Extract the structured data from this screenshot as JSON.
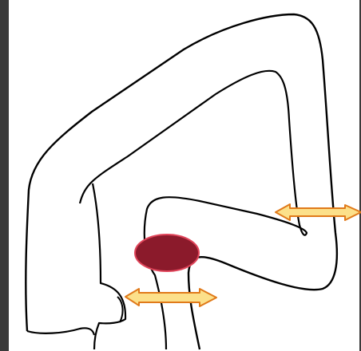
{
  "diagram": {
    "colors": {
      "background": "#ffffff",
      "frame": "#3a3a3a",
      "outline": "#000000",
      "marker_fill": "#8b1a2b",
      "marker_stroke": "#e0455a",
      "arrow_fill": "#fce08a",
      "arrow_stroke": "#e07a1a"
    },
    "elements": {
      "tube_outline": "tube-outline",
      "occlusion_marker": "occlusion-marker",
      "arrow_lower": "double-headed-arrow",
      "arrow_right": "double-headed-arrow"
    }
  }
}
